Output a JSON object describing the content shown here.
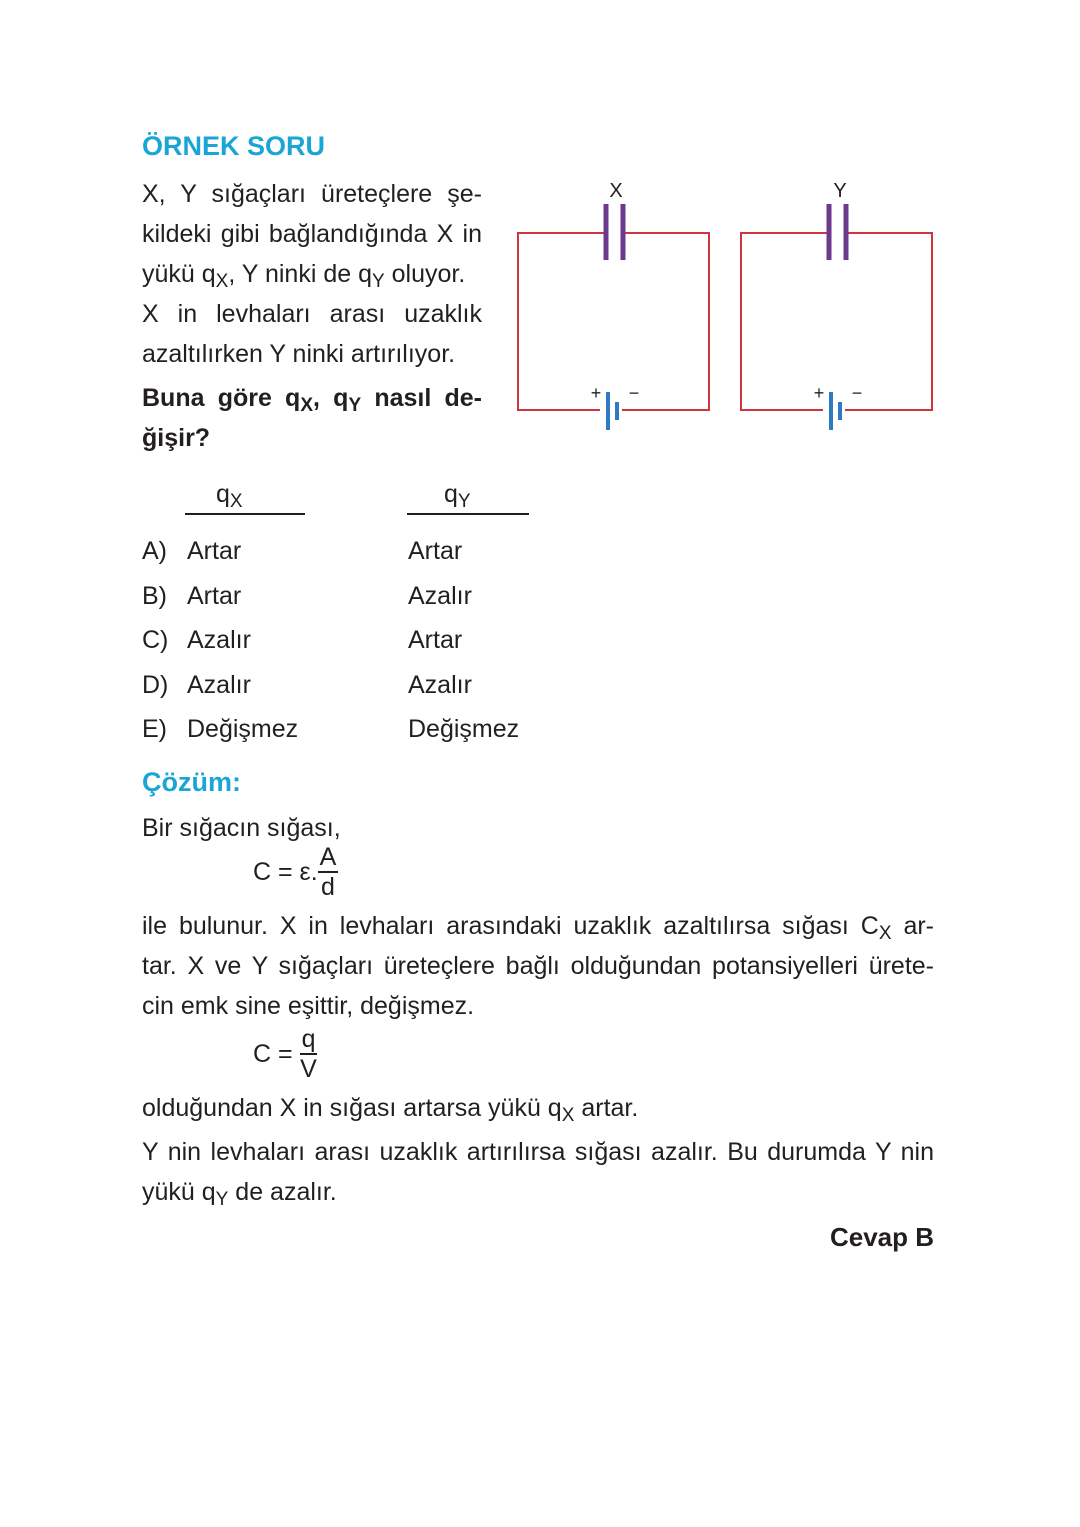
{
  "heading": "ÖRNEK SORU",
  "question": {
    "lines": [
      "X, Y sığaçları üreteçlere şe-",
      "kildeki gibi bağlandığında X in"
    ],
    "line3_a": "yükü q",
    "line3_sub1": "X",
    "line3_b": ", Y ninki de q",
    "line3_sub2": "Y",
    "line3_c": " oluyor.",
    "line4": "X in levhaları arası uzaklık",
    "line5": "azaltılırken Y ninki artırılıyor.",
    "bold1_a": "Buna göre q",
    "bold1_sub1": "X",
    "bold1_b": ", q",
    "bold1_sub2": "Y",
    "bold1_c": " nasıl de-",
    "bold2": "ğişir?"
  },
  "figure": {
    "capacitor_x_label": "X",
    "capacitor_y_label": "Y",
    "battery_plus": "+",
    "battery_minus": "−",
    "wire_color": "#d0343f",
    "capacitor_color": "#6b3a8c",
    "battery_color": "#2e7bc4"
  },
  "options": {
    "col1_header": "q",
    "col1_header_sub": "X",
    "col2_header": "q",
    "col2_header_sub": "Y",
    "rows": [
      {
        "letter": "A)",
        "qx": "Artar",
        "qy": "Artar"
      },
      {
        "letter": "B)",
        "qx": "Artar",
        "qy": "Azalır"
      },
      {
        "letter": "C)",
        "qx": "Azalır",
        "qy": "Artar"
      },
      {
        "letter": "D)",
        "qx": "Azalır",
        "qy": "Azalır"
      },
      {
        "letter": "E)",
        "qx": "Değişmez",
        "qy": "Değişmez"
      }
    ]
  },
  "solution": {
    "heading": "Çözüm:",
    "intro": "Bir sığacın sığası,",
    "formula1_lhs": "C = ε.",
    "formula1_num": "A",
    "formula1_den": "d",
    "p1_a": "ile bulunur. X in levhaları arasındaki uzaklık azaltılırsa sığası C",
    "p1_sub": "X",
    "p1_b": " ar-",
    "p2": "tar. X ve Y sığaçları üreteçlere bağlı olduğundan potansiyelleri ürete-",
    "p3": "cin emk sine eşittir, değişmez.",
    "formula2_lhs": "C =",
    "formula2_num": "q",
    "formula2_den": "V",
    "p4_a": "olduğundan X in sığası artarsa yükü q",
    "p4_sub": "X",
    "p4_b": " artar.",
    "p5": "Y nin levhaları arası uzaklık artırılırsa sığası azalır. Bu durumda Y nin",
    "p6_a": "yükü q",
    "p6_sub": "Y",
    "p6_b": " de azalır.",
    "answer": "Cevap B"
  }
}
